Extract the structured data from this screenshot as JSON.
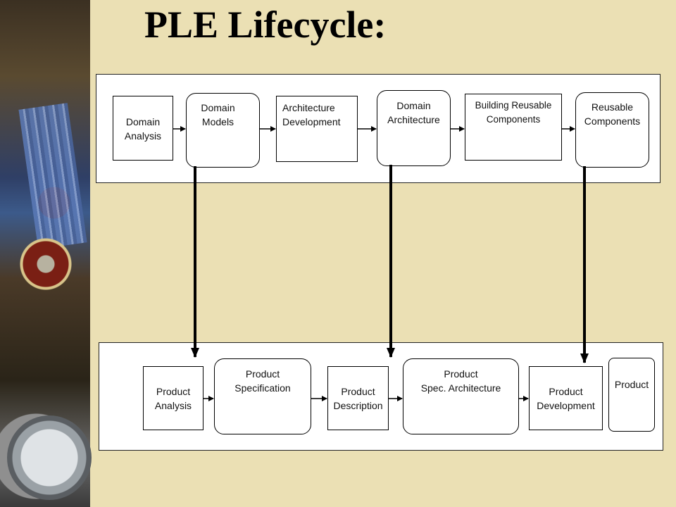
{
  "title": "PLE Lifecycle:",
  "domain_row": {
    "domain_analysis": "Domain\nAnalysis",
    "domain_models": "Domain\nModels",
    "architecture_development": "Architecture\nDevelopment",
    "domain_architecture": "Domain\nArchitecture",
    "building_reusable_components": "Building Reusable\nComponents",
    "reusable_components": "Reusable\nComponents"
  },
  "product_row": {
    "product_analysis": "Product\nAnalysis",
    "product_specification": "Product\nSpecification",
    "product_description": "Product\nDescription",
    "product_spec_architecture": "Product\nSpec. Architecture",
    "product_development": "Product\nDevelopment",
    "product": "Product"
  }
}
